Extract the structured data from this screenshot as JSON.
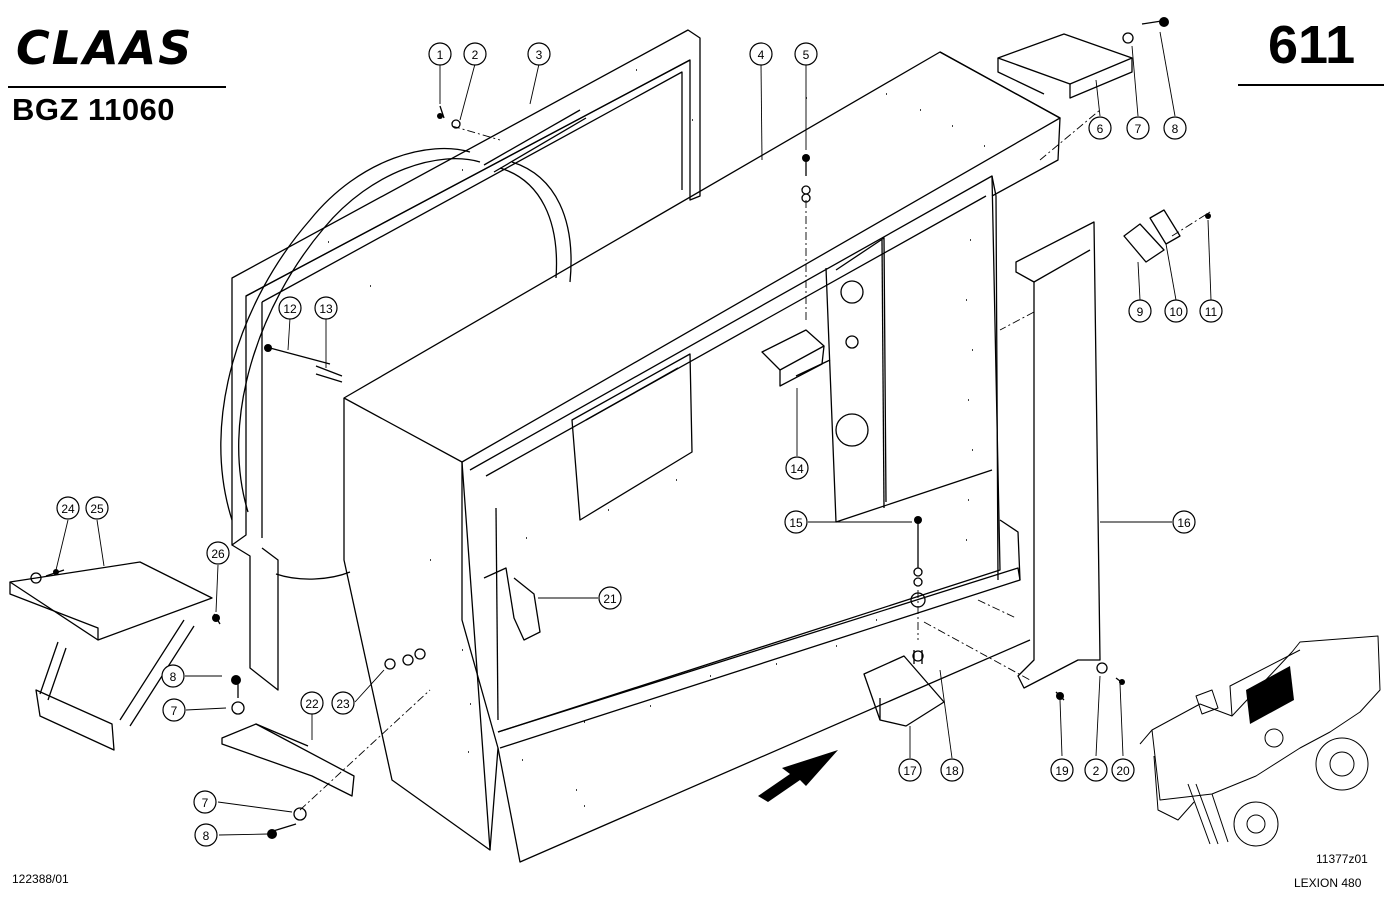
{
  "header": {
    "brand": "CLAAS",
    "assembly_code": "BGZ 11060",
    "page_number": "611"
  },
  "footer": {
    "document_ref": "122388/01",
    "drawing_ref": "11377z01",
    "model": "LEXION 480"
  },
  "callouts": [
    {
      "label": "1"
    },
    {
      "label": "2"
    },
    {
      "label": "3"
    },
    {
      "label": "4"
    },
    {
      "label": "5"
    },
    {
      "label": "6"
    },
    {
      "label": "7"
    },
    {
      "label": "8"
    },
    {
      "label": "9"
    },
    {
      "label": "10"
    },
    {
      "label": "11"
    },
    {
      "label": "12"
    },
    {
      "label": "13"
    },
    {
      "label": "14"
    },
    {
      "label": "15"
    },
    {
      "label": "16"
    },
    {
      "label": "17"
    },
    {
      "label": "18"
    },
    {
      "label": "19"
    },
    {
      "label": "2"
    },
    {
      "label": "20"
    },
    {
      "label": "21"
    },
    {
      "label": "22"
    },
    {
      "label": "23"
    },
    {
      "label": "24"
    },
    {
      "label": "25"
    },
    {
      "label": "26"
    },
    {
      "label": "8"
    },
    {
      "label": "7"
    },
    {
      "label": "7"
    },
    {
      "label": "8"
    }
  ]
}
